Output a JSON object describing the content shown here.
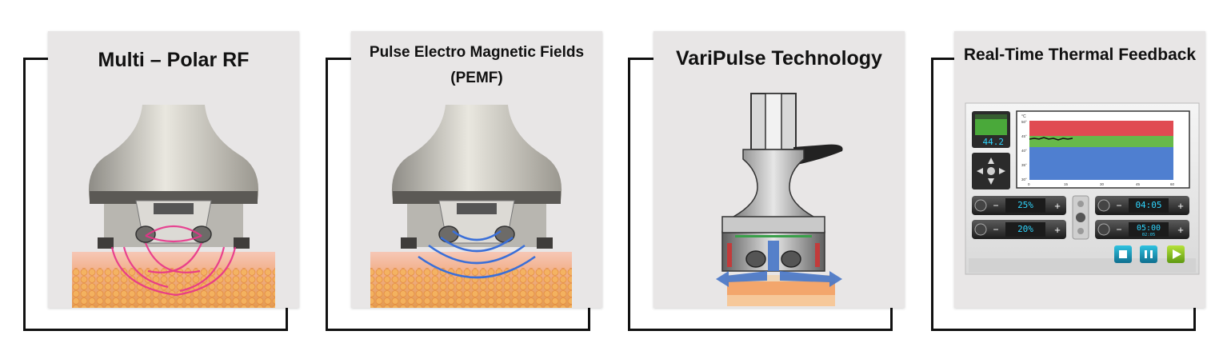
{
  "panels": [
    {
      "title": "Multi – Polar RF",
      "illustration": "rf-applicator-icon"
    },
    {
      "title_line1": "Pulse Electro Magnetic Fields",
      "title_line2": "(PEMF)",
      "illustration": "pemf-applicator-icon"
    },
    {
      "title": "VariPulse Technology",
      "illustration": "varipulse-cross-section-icon"
    },
    {
      "title": "Real-Time Thermal Feedback",
      "illustration": "thermal-display-icon"
    }
  ],
  "thermal_display": {
    "temperature": "44.2",
    "unit_label": "°C",
    "y_ticks": [
      "50°",
      "45°",
      "40°",
      "35°",
      "30°"
    ],
    "x_ticks": [
      "0",
      "15",
      "30",
      "45",
      "60"
    ],
    "power_1": "25%",
    "power_2": "20%",
    "time_1": "04:05",
    "time_2": "05:00",
    "time_2_sub": "02:05",
    "minus_label": "−",
    "plus_label": "+"
  },
  "colors": {
    "frame": "#111111",
    "card_bg": "#e8e6e6",
    "rf_lines": "#e8338a",
    "pemf_waves": "#3a6fd8",
    "chart_red": "#e04b52",
    "chart_green": "#67b94a",
    "chart_blue": "#4f7fd0",
    "lcd_cyan": "#2fd6ff"
  }
}
